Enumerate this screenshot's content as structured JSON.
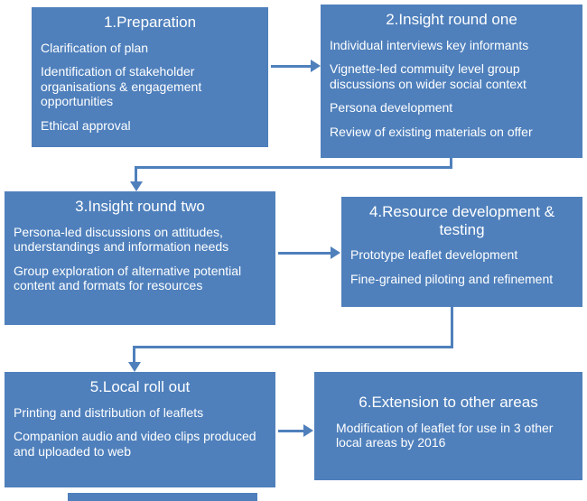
{
  "colors": {
    "box_fill": "#4f80bc",
    "arrow": "#4f80bc",
    "text": "#ffffff",
    "background": "#ffffff"
  },
  "diagram_type": "flowchart",
  "boxes": [
    {
      "title": "1.Preparation",
      "items": [
        "Clarification of plan",
        "Identification of stakeholder organisations & engagement opportunities",
        "Ethical approval"
      ]
    },
    {
      "title": "2.Insight round one",
      "items": [
        "Individual interviews key informants",
        "Vignette-led commuity level group discussions on wider social context",
        "Persona development",
        "Review of existing materials on offer"
      ]
    },
    {
      "title": "3.Insight round two",
      "items": [
        "Persona-led discussions on attitudes, understandings and information needs",
        "Group exploration of alternative potential content and formats for resources"
      ]
    },
    {
      "title": "4.Resource development & testing",
      "items": [
        "Prototype leaflet development",
        "Fine-grained piloting and refinement"
      ]
    },
    {
      "title": "5.Local roll out",
      "items": [
        "Printing and distribution of leaflets",
        "Companion audio and video clips produced and uploaded to web"
      ]
    },
    {
      "title": "6.Extension to other areas",
      "items": [
        "Modification of leaflet for use in 3 other local areas by 2016"
      ]
    }
  ],
  "arrows": [
    {
      "from": "step-1",
      "to": "step-2",
      "shape": "straight-right"
    },
    {
      "from": "step-2",
      "to": "step-3",
      "shape": "elbow-down-left-down"
    },
    {
      "from": "step-3",
      "to": "step-4",
      "shape": "straight-right"
    },
    {
      "from": "step-4",
      "to": "step-5",
      "shape": "elbow-down-left-down"
    },
    {
      "from": "step-5",
      "to": "step-6",
      "shape": "straight-right"
    }
  ]
}
